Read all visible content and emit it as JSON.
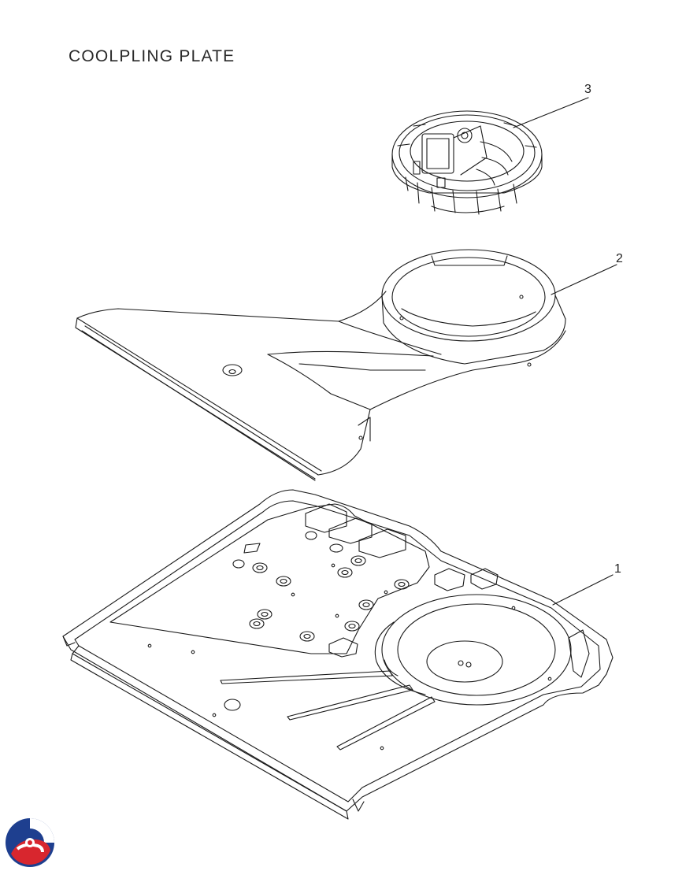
{
  "title": "COOLPLING PLATE",
  "callouts": [
    {
      "id": "part-3",
      "label": "3"
    },
    {
      "id": "part-2",
      "label": "2"
    },
    {
      "id": "part-1",
      "label": "1"
    }
  ],
  "parts": [
    {
      "callout": "3",
      "name": "fan-assembly-icon"
    },
    {
      "callout": "2",
      "name": "air-duct-cover-icon"
    },
    {
      "callout": "1",
      "name": "coupling-base-plate-icon"
    }
  ],
  "logo": {
    "name": "brand-logo-icon",
    "colors": [
      "#1e3f8f",
      "#d8262e"
    ]
  },
  "colors": {
    "line": "#1a1a1a",
    "title": "#2a2a2a"
  }
}
